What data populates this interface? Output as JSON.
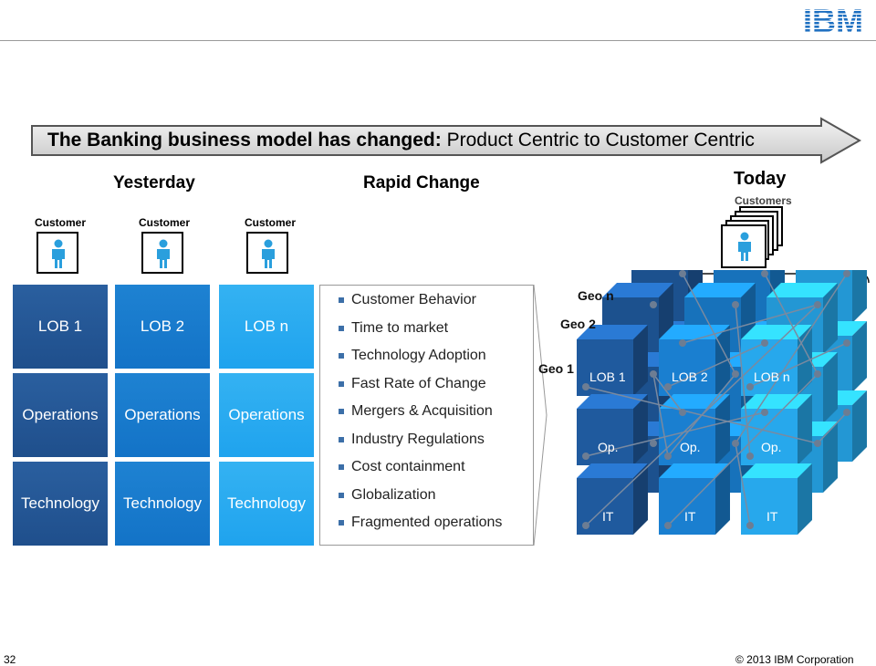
{
  "brand": {
    "logo_text": "IBM",
    "color": "#1f70c1"
  },
  "title": {
    "bold": "The Banking business model has changed:",
    "rest": " Product Centric to Customer Centric"
  },
  "sections": {
    "yesterday": "Yesterday",
    "rapid_change": "Rapid Change",
    "today": "Today"
  },
  "yesterday": {
    "customer_labels": [
      "Customer",
      "Customer",
      "Customer"
    ],
    "lob_labels": [
      "LOB 1",
      "LOB 2",
      "LOB n"
    ],
    "operations_labels": [
      "Operations",
      "Operations",
      "Operations"
    ],
    "technology_labels": [
      "Technology",
      "Technology",
      "Technology"
    ]
  },
  "rapid_change": {
    "items": [
      "Customer Behavior",
      "Time to market",
      "Technology Adoption",
      "Fast Rate of Change",
      "Mergers & Acquisition",
      "Industry Regulations",
      "Cost containment",
      "Globalization",
      "Fragmented operations"
    ]
  },
  "today": {
    "customers_label": "Customers",
    "geo_labels": [
      "Geo n",
      "Geo 2",
      "Geo 1"
    ],
    "lob_labels": [
      "LOB 1",
      "LOB 2",
      "LOB n"
    ],
    "op_labels": [
      "Op.",
      "Op.",
      "Op."
    ],
    "it_labels": [
      "IT",
      "IT",
      "IT"
    ]
  },
  "footer": {
    "page_number": "32",
    "copyright": "© 2013 IBM Corporation"
  },
  "colors": {
    "column_dark": "#1f4f8c",
    "column_mid": "#1373c7",
    "column_light": "#1fa3ee",
    "cube_front_dark": "#1f5a9e",
    "cube_front_mid": "#1a7fd0",
    "cube_front_light": "#27a8ec"
  }
}
